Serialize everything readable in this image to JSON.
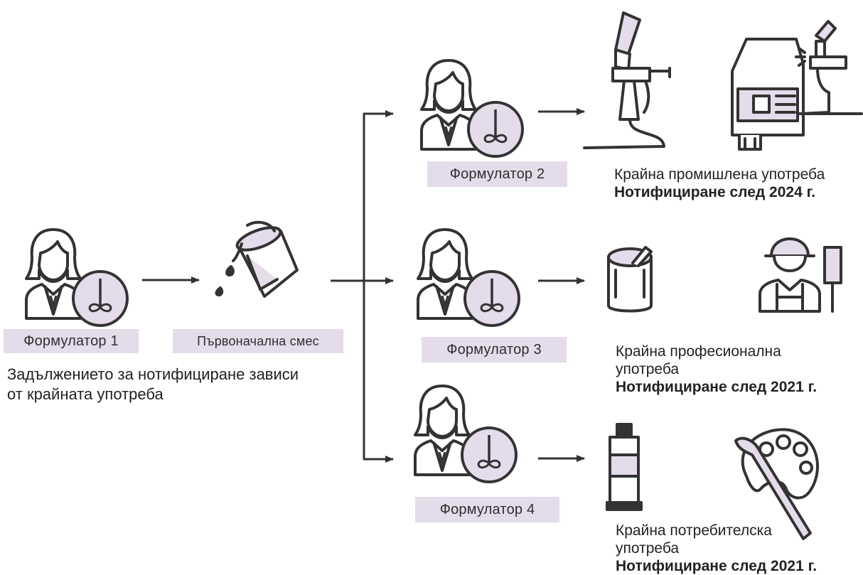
{
  "colors": {
    "accent_fill": "#e4dcea",
    "stroke": "#333333"
  },
  "formulator1": {
    "label": "Формулатор 1"
  },
  "initial_mixture": {
    "label": "Първоначална смес"
  },
  "obligation_note": {
    "line1": "Задължението за нотифициране зависи",
    "line2": "от крайната употреба"
  },
  "formulator2": {
    "label": "Формулатор 2"
  },
  "formulator3": {
    "label": "Формулатор 3"
  },
  "formulator4": {
    "label": "Формулатор 4"
  },
  "use_industrial": {
    "line1": "Крайна промишлена употреба",
    "deadline": "Нотифициране след 2024 г."
  },
  "use_professional": {
    "line1": "Крайна професионална",
    "line2": "употреба",
    "deadline": "Нотифициране след 2021 г."
  },
  "use_consumer": {
    "line1": "Крайна потребителска",
    "line2": "употреба",
    "deadline": "Нотифициране след 2021 г."
  },
  "icons": [
    "formulator-person-icon",
    "paint-bucket-pour-icon",
    "spray-gun-icon",
    "car-painting-icon",
    "paint-can-icon",
    "painter-worker-icon",
    "paint-tube-icon",
    "palette-brush-icon"
  ]
}
